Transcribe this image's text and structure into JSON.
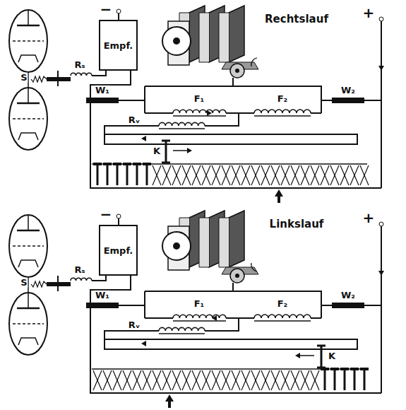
{
  "diagram": {
    "nodes": [
      {
        "text": [
          "Empf."
        ]
      },
      {
        "text": [
          "Empf."
        ]
      }
    ],
    "labels": [
      "Rechtslauf",
      "+",
      "−",
      "S",
      "Rₛ",
      "W₁",
      "W₂",
      "F₁",
      "F₂",
      "Rᵥ",
      "K",
      "Linkslauf",
      "+",
      "−",
      "S",
      "Rₛ",
      "W₁",
      "W₂",
      "F₁",
      "F₂",
      "Rᵥ",
      "K"
    ]
  }
}
